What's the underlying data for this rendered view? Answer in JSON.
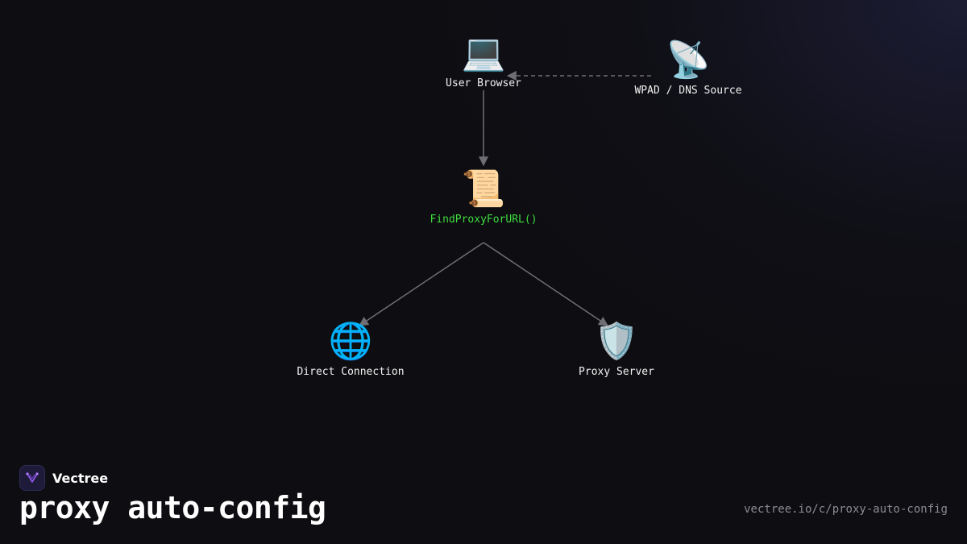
{
  "diagram": {
    "nodes": [
      {
        "id": "user-browser",
        "icon": "💻",
        "icon_name": "laptop-icon",
        "label": "User Browser"
      },
      {
        "id": "wpad-dns-source",
        "icon": "📡",
        "icon_name": "satellite-antenna-icon",
        "label": "WPAD / DNS Source"
      },
      {
        "id": "find-proxy",
        "icon": "📜",
        "icon_name": "scroll-icon",
        "label": "FindProxyForURL()"
      },
      {
        "id": "direct-connection",
        "icon": "🌐",
        "icon_name": "globe-icon",
        "label": "Direct Connection"
      },
      {
        "id": "proxy-server",
        "icon": "🛡️",
        "icon_name": "shield-icon",
        "label": "Proxy Server"
      }
    ],
    "edges": [
      {
        "from": "wpad-dns-source",
        "to": "user-browser",
        "style": "dashed"
      },
      {
        "from": "user-browser",
        "to": "find-proxy",
        "style": "solid"
      },
      {
        "from": "find-proxy",
        "to": "direct-connection",
        "style": "solid"
      },
      {
        "from": "find-proxy",
        "to": "proxy-server",
        "style": "solid"
      }
    ]
  },
  "footer": {
    "brand_name": "Vectree",
    "title": "proxy auto-config",
    "url": "vectree.io/c/proxy-auto-config"
  },
  "colors": {
    "background": "#0e0e12",
    "edge": "#6e6e74",
    "code_label": "#3ddc3d",
    "brand_accent": "#9b5cf6"
  }
}
